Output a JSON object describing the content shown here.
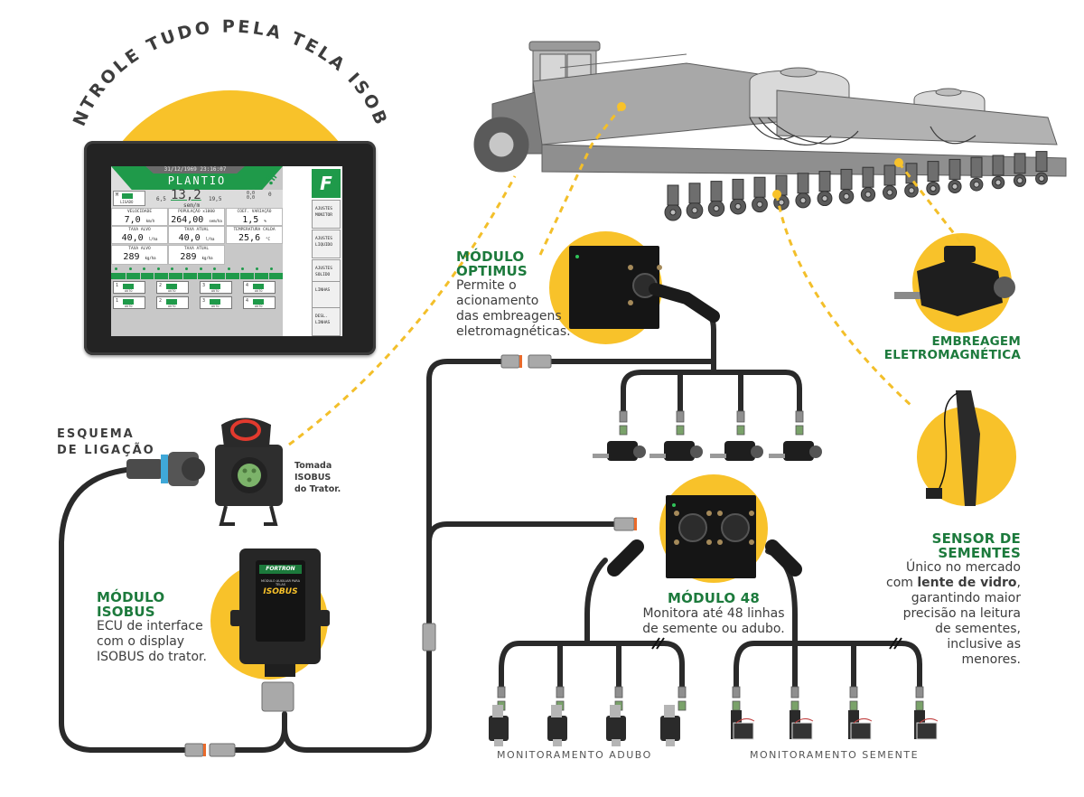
{
  "header": {
    "arc_title": "CONTROLE TUDO PELA TELA ISOBUS"
  },
  "display": {
    "datetime": "31/12/1969 23:16:07",
    "mode_title": "PLANTIO",
    "status_box": {
      "label_m": "M",
      "label": "LIGADO"
    },
    "target": {
      "min": "6,5",
      "value": "13,2",
      "max": "19,5",
      "unit": "sem/m"
    },
    "top_right_values": {
      "a": "0,0",
      "b": "0,0",
      "c": "0"
    },
    "cells": [
      {
        "label": "VELOCIDADE",
        "value": "7,0",
        "unit": "km/h"
      },
      {
        "label": "POPULAÇÃO x1000",
        "value": "264,00",
        "unit": "sem/ha"
      },
      {
        "label": "COEF. VARIAÇÃO",
        "value": "1,5",
        "unit": "%"
      },
      {
        "label": "TAXA ALVO",
        "value": "40,0",
        "unit": "l/ha"
      },
      {
        "label": "TAXA ATUAL",
        "value": "40,0",
        "unit": "l/ha"
      },
      {
        "label": "TEMPERATURA CALDA",
        "value": "25,6",
        "unit": "°C"
      },
      {
        "label": "TAXA ALVO",
        "value": "289",
        "unit": "kg/ha"
      },
      {
        "label": "TAXA ATUAL",
        "value": "289",
        "unit": "kg/ha"
      }
    ],
    "side_buttons": [
      {
        "label": "AJUSTES MONITOR"
      },
      {
        "label": "AJUSTES LIQUIDO"
      },
      {
        "label": "AJUSTES SOLIDO"
      },
      {
        "label": "LINHAS"
      },
      {
        "label": "DESL. LINHAS"
      }
    ],
    "sections_row1": [
      {
        "num": "1",
        "mode": "AUTO"
      },
      {
        "num": "2",
        "mode": "AUTO"
      },
      {
        "num": "3",
        "mode": "AUTO"
      },
      {
        "num": "4",
        "mode": "AUTO"
      }
    ],
    "sections_row2": [
      {
        "num": "1",
        "mode": "AUTO"
      },
      {
        "num": "2",
        "mode": "AUTO"
      },
      {
        "num": "3",
        "mode": "AUTO"
      },
      {
        "num": "4",
        "mode": "AUTO"
      }
    ],
    "logo_letter": "F"
  },
  "labels": {
    "esquema": [
      "ESQUEMA",
      "DE LIGAÇÃO"
    ],
    "tomada": [
      "Tomada",
      "ISOBUS",
      "do Trator."
    ],
    "modulo_isobus": {
      "title": [
        "MÓDULO",
        "ISOBUS"
      ],
      "desc": [
        "ECU de interface",
        "com o display",
        "ISOBUS do trator."
      ]
    },
    "ecu_device": {
      "brand": "FORTRON",
      "sub": "MÓDULO AUXILIAR PARA TELAS",
      "model": "ISOBUS"
    },
    "modulo_optimus": {
      "title": [
        "MÓDULO",
        "OPTIMUS"
      ],
      "desc": [
        "Permite o",
        "acionamento",
        "das embreagens",
        "eletromagnéticas."
      ]
    },
    "embreagem": {
      "title": [
        "EMBREAGEM",
        "ELETROMAGNÉTICA"
      ]
    },
    "sensor": {
      "title": [
        "SENSOR DE",
        "SEMENTES"
      ],
      "desc_before": "Único no mercado",
      "desc_line2_pre": "com ",
      "desc_line2_bold": "lente de vidro",
      "desc_line2_post": ",",
      "desc_rest": [
        "garantindo maior",
        "precisão na leitura",
        "de sementes,",
        "inclusive as",
        "menores."
      ]
    },
    "modulo48": {
      "title": "MÓDULO 48",
      "desc": [
        "Monitora até 48 linhas",
        "de semente ou  adubo."
      ]
    },
    "monitoramento_adubo": "MONITORAMENTO ADUBO",
    "monitoramento_semente": "MONITORAMENTO SEMENTE"
  },
  "colors": {
    "brand_green": "#1c7a3c",
    "screen_green": "#1f9a4a",
    "accent_yellow": "#f8c22a",
    "cable_black": "#2a2a2a",
    "connector_grey": "#a9a9a9"
  }
}
